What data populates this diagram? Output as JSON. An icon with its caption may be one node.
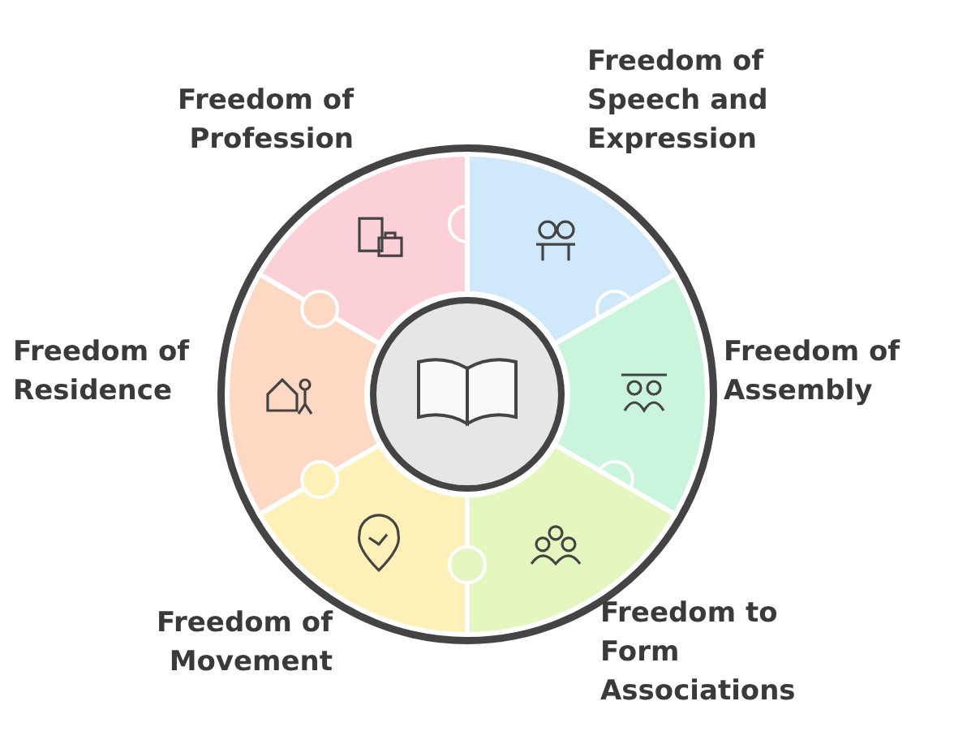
{
  "diagram": {
    "nodes": [
      {
        "text": [],
        "shape": "circle"
      },
      {
        "text": [
          "Freedom of Profession"
        ]
      },
      {
        "text": [
          "Freedom of Speech and Expression"
        ]
      },
      {
        "text": [
          "Freedom of Residence"
        ]
      },
      {
        "text": [
          "Freedom of Assembly"
        ]
      },
      {
        "text": [
          "Freedom of Movement"
        ]
      },
      {
        "text": [
          "Freedom to Form Associations"
        ]
      }
    ]
  }
}
